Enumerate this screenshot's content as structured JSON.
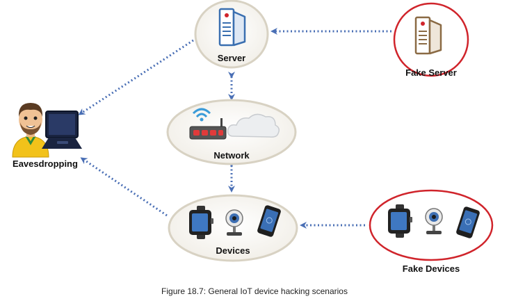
{
  "nodes": {
    "server": {
      "label": "Server"
    },
    "fake_server": {
      "label": "Fake Server"
    },
    "network": {
      "label": "Network"
    },
    "devices": {
      "label": "Devices"
    },
    "fake_devices": {
      "label": "Fake Devices"
    },
    "eavesdropping": {
      "label": "Eavesdropping"
    }
  },
  "caption": "Figure 18.7: General IoT device hacking scenarios",
  "colors": {
    "arrow": "#4a6fb5",
    "node_border": "#d8d2c3",
    "fake_border": "#d0242b",
    "server_icon": "#3a6fb0",
    "fake_server_icon": "#8a6a44",
    "label": "#111111"
  },
  "icons": [
    "server-icon",
    "fake-server-icon",
    "wifi-router-icon",
    "cloud-icon",
    "smartwatch-icon",
    "webcam-icon",
    "smartphone-icon",
    "person-icon",
    "laptop-icon"
  ]
}
